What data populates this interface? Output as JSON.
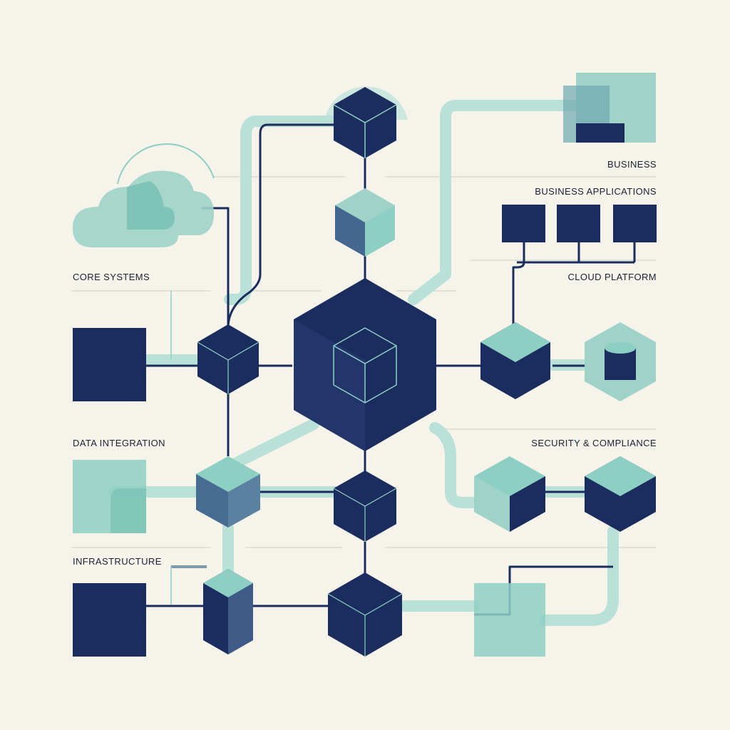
{
  "colors": {
    "background": "#f6f3ea",
    "navy": "#1b2d5e",
    "teal": "#8ecfc3",
    "teal_light": "#b9e1d8",
    "rule": "#cfcfc6"
  },
  "labels": {
    "business": "BUSINESS",
    "business_applications": "BUSINESS APPLICATIONS",
    "core_systems": "CORE SYSTEMS",
    "cloud_platform": "CLOUD PLATFORM",
    "data_integration": "DATA INTEGRATION",
    "security_compliance": "SECURITY & COMPLIANCE",
    "infrastructure": "INFRASTRUCTURE"
  },
  "icons": [
    "cloud-icon",
    "database-icon",
    "cube-icon"
  ]
}
